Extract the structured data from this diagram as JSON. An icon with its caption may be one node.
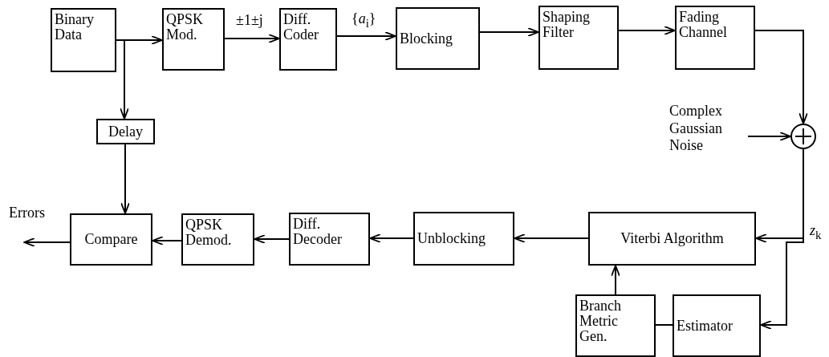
{
  "diagram": {
    "nodes": [
      {
        "text": [
          "Binary Data"
        ]
      },
      {
        "text": [
          "QPSK Mod."
        ]
      },
      {
        "text": [
          "Diff. Coder"
        ]
      },
      {
        "text": [
          "Blocking"
        ]
      },
      {
        "text": [
          "Shaping Filter"
        ]
      },
      {
        "text": [
          "Fading Channel"
        ]
      },
      {
        "text": [
          "Delay"
        ]
      },
      {
        "text": [
          "Complex Gaussian Noise"
        ]
      },
      {
        "text": [],
        "shape": "circle"
      },
      {
        "text": [
          "Compare"
        ]
      },
      {
        "text": [
          "QPSK Demod."
        ]
      },
      {
        "text": [
          "Diff. Decoder"
        ]
      },
      {
        "text": [
          "Unblocking"
        ]
      },
      {
        "text": [
          "Viterbi Algorithm"
        ]
      },
      {
        "text": [
          "Branch Metric Gen."
        ]
      },
      {
        "text": [
          "Estimator"
        ]
      }
    ],
    "edges": [
      {
        "from": 0,
        "to": 1,
        "arrow": "to"
      },
      {
        "from": 0,
        "to": 6,
        "arrow": "to"
      },
      {
        "from": 1,
        "to": 2,
        "arrow": "to",
        "label": "±1±j"
      },
      {
        "from": 2,
        "to": 3,
        "arrow": "to",
        "label": "{*a*$_{i}$}"
      },
      {
        "from": 3,
        "to": 4,
        "arrow": "to"
      },
      {
        "from": 4,
        "to": 5,
        "arrow": "to"
      },
      {
        "from": 5,
        "to": 8,
        "arrow": "to"
      },
      {
        "from": 7,
        "to": 8,
        "arrow": "to"
      },
      {
        "from": 8,
        "to": 13,
        "arrow": "to",
        "label": "*z*$_{k}$"
      },
      {
        "from": 8,
        "to": 15,
        "arrow": "to"
      },
      {
        "from": 13,
        "to": 12,
        "arrow": "to"
      },
      {
        "from": 12,
        "to": 11,
        "arrow": "to"
      },
      {
        "from": 11,
        "to": 10,
        "arrow": "to"
      },
      {
        "from": 10,
        "to": 9,
        "arrow": "to"
      },
      {
        "from": 6,
        "to": 9,
        "arrow": "to"
      },
      {
        "from": 9,
        "to": null,
        "arrow": "to"
      },
      {
        "from": 15,
        "to": 14,
        "arrow": "none"
      },
      {
        "from": 14,
        "to": 13,
        "arrow": "to"
      }
    ],
    "labels": [
      "Errors"
    ]
  }
}
